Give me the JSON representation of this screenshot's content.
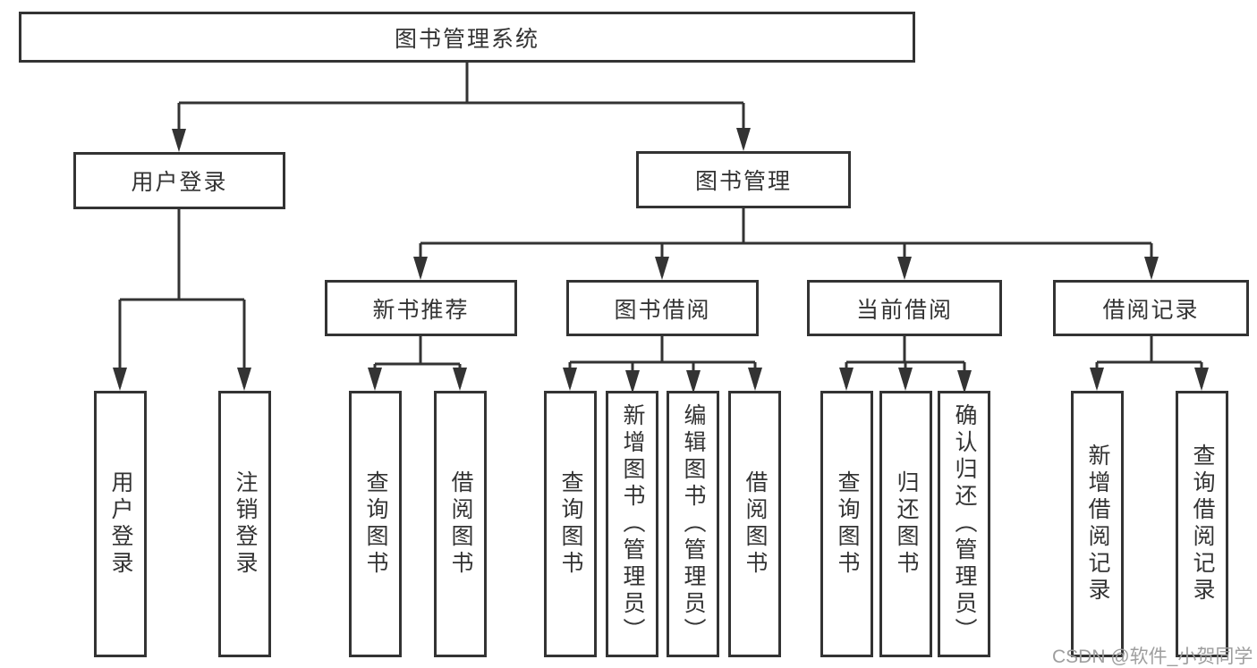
{
  "nodes": {
    "root": "图书管理系统",
    "branches": [
      {
        "label": "用户登录",
        "leaves": [
          "用户登录",
          "注销登录"
        ]
      },
      {
        "label": "图书管理",
        "groups": [
          {
            "label": "新书推荐",
            "leaves": [
              "查询图书",
              "借阅图书"
            ]
          },
          {
            "label": "图书借阅",
            "leaves": [
              "查询图书",
              "新增图书（管理员）",
              "编辑图书（管理员）",
              "借阅图书"
            ]
          },
          {
            "label": "当前借阅",
            "leaves": [
              "查询图书",
              "归还图书",
              "确认归还（管理员）"
            ]
          },
          {
            "label": "借阅记录",
            "leaves": [
              "新增借阅记录",
              "查询借阅记录"
            ]
          }
        ]
      }
    ]
  },
  "watermark": "CSDN @软件_小贺同学",
  "colors": {
    "line": "#333333",
    "box_border": "#333333",
    "box_fill": "#ffffff",
    "text": "#333333",
    "watermark_text": "#9e9e9e",
    "background": "#ffffff"
  }
}
